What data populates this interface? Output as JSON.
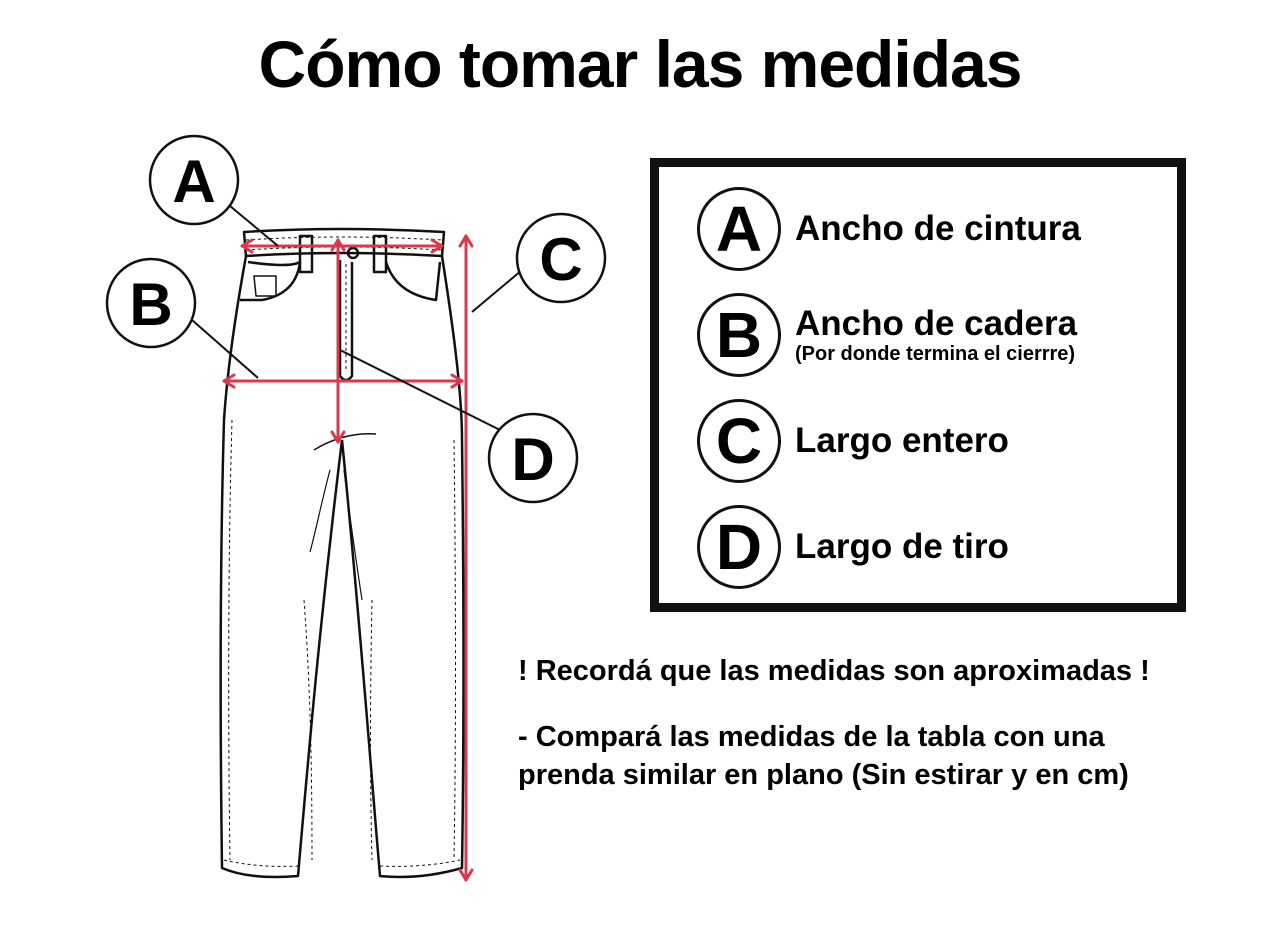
{
  "title": "Cómo tomar las medidas",
  "colors": {
    "measure_line": "#d9394b",
    "outline": "#111111"
  },
  "callouts": [
    {
      "letter": "A"
    },
    {
      "letter": "B"
    },
    {
      "letter": "C"
    },
    {
      "letter": "D"
    }
  ],
  "legend": [
    {
      "letter": "A",
      "label": "Ancho de cintura",
      "note": ""
    },
    {
      "letter": "B",
      "label": "Ancho de cadera",
      "note": "(Por donde termina el cierrre)"
    },
    {
      "letter": "C",
      "label": "Largo entero",
      "note": ""
    },
    {
      "letter": "D",
      "label": "Largo de tiro",
      "note": ""
    }
  ],
  "notes": {
    "reminder": "! Recordá que las medidas son aproximadas !",
    "compare_line1": "- Compará las medidas de la tabla con una",
    "compare_line2": "prenda similar en plano (Sin estirar y en cm)"
  }
}
